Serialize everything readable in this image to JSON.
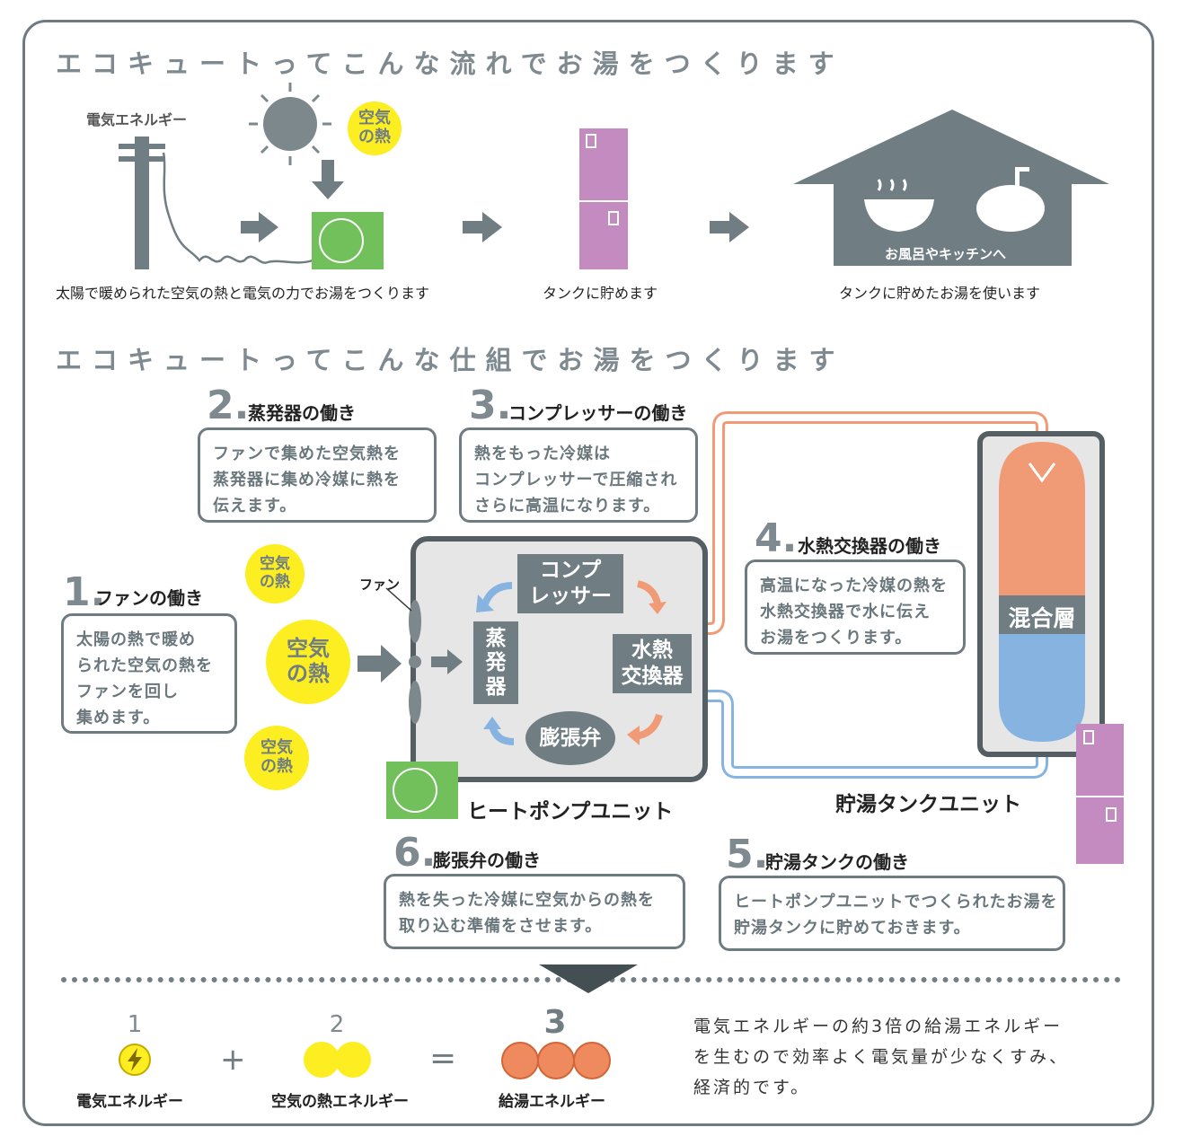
{
  "section1": {
    "heading": "エコキュートってこんな流れでお湯をつくります",
    "electric_label": "電気エネルギー",
    "air_heat": "空気の熱",
    "air_heat_line1": "空気",
    "air_heat_line2": "の熱",
    "house_label": "お風呂やキッチンへ",
    "caption_1": "太陽で暖められた空気の熱と電気の力でお湯をつくります",
    "caption_2": "タンクに貯めます",
    "caption_3": "タンクに貯めたお湯を使います"
  },
  "section2": {
    "heading": "エコキュートってこんな仕組でお湯をつくります",
    "steps": [
      {
        "num": "1.",
        "title": "ファンの働き",
        "lines": [
          "太陽の熱で暖め",
          "られた空気の熱を",
          "ファンを回し",
          "集めます。"
        ]
      },
      {
        "num": "2.",
        "title": "蒸発器の働き",
        "lines": [
          "ファンで集めた空気熱を",
          "蒸発器に集め冷媒に熱を",
          "伝えます。"
        ]
      },
      {
        "num": "3.",
        "title": "コンプレッサーの働き",
        "lines": [
          "熱をもった冷媒は",
          "コンプレッサーで圧縮され",
          "さらに高温になります。"
        ]
      },
      {
        "num": "4.",
        "title": "水熱交換器の働き",
        "lines": [
          "高温になった冷媒の熱を",
          "水熱交換器で水に伝え",
          "お湯をつくります。"
        ]
      },
      {
        "num": "5.",
        "title": "貯湯タンクの働き",
        "lines": [
          "ヒートポンプユニットでつくられたお湯を",
          "貯湯タンクに貯めておきます。"
        ]
      },
      {
        "num": "6.",
        "title": "膨張弁の働き",
        "lines": [
          "熱を失った冷媒に空気からの熱を",
          "取り込む準備をさせます。"
        ]
      }
    ],
    "fan_label": "ファン",
    "air_small_1": "空気",
    "air_small_2": "の熱",
    "air_big_1": "空気",
    "air_big_2": "の熱",
    "compressor_1": "コンプ",
    "compressor_2": "レッサー",
    "evaporator": [
      "蒸",
      "発",
      "器"
    ],
    "exchanger_1": "水熱",
    "exchanger_2": "交換器",
    "valve": "膨張弁",
    "heatpump_unit": "ヒートポンプユニット",
    "tank_unit": "貯湯タンクユニット",
    "mix_layer": "混合層"
  },
  "equation": {
    "n1": "1",
    "n2": "2",
    "n3": "3",
    "plus": "+",
    "equals": "=",
    "l1": "電気エネルギー",
    "l2": "空気の熱エネルギー",
    "l3": "給湯エネルギー",
    "summary": [
      "電気エネルギーの約3倍の給湯エネルギー",
      "を生むので効率よく電気量が少なくすみ、",
      "経済的です。"
    ]
  },
  "colors": {
    "gray": "#707d82",
    "yellow": "#fcee21",
    "green": "#72c05b",
    "purple": "#c48bc0",
    "hot": "#f09a76",
    "cold": "#86b3df"
  }
}
